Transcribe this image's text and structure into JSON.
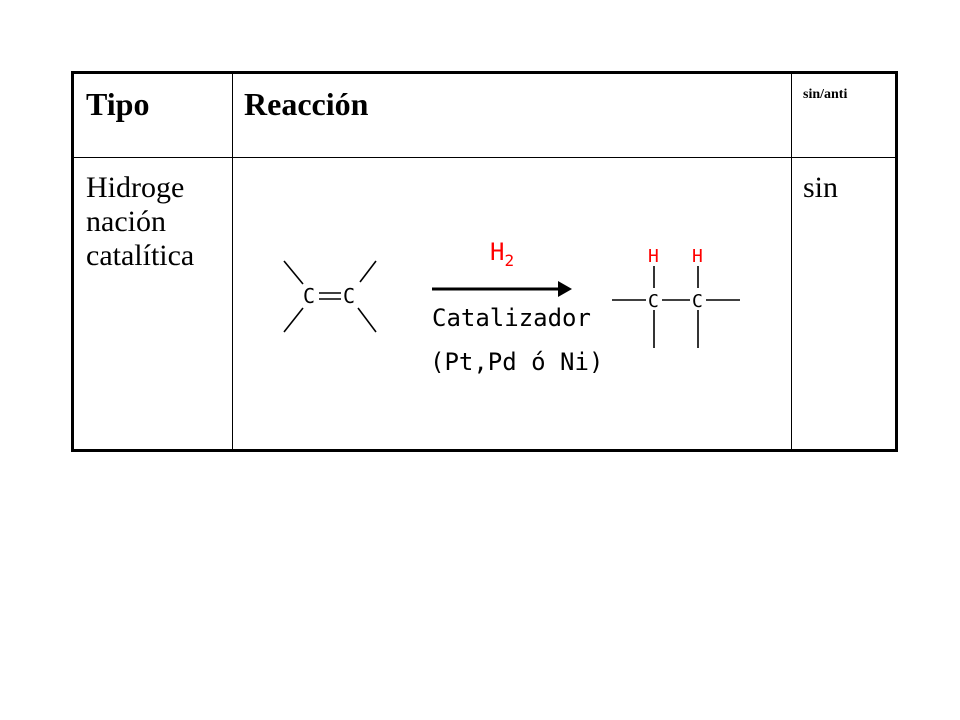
{
  "table": {
    "headers": {
      "type": "Tipo",
      "reaction": "Reacción",
      "stereo": "sin/anti"
    },
    "row": {
      "type_lines": [
        "Hidroge",
        "nación",
        "catalítica"
      ],
      "stereo": "sin"
    }
  },
  "reaction": {
    "reactant": {
      "left_atom": "C",
      "bond": "=",
      "right_atom": "C"
    },
    "reagent": "H2",
    "reagent_base": "H",
    "reagent_subscript": "2",
    "condition_line1": "Catalizador",
    "condition_line2": "(Pt,Pd ó Ni)",
    "product": {
      "atom1": "C",
      "atom2": "C",
      "h1": "H",
      "h2": "H"
    },
    "colors": {
      "hydrogen": "#ff0000",
      "ink": "#000000"
    }
  }
}
